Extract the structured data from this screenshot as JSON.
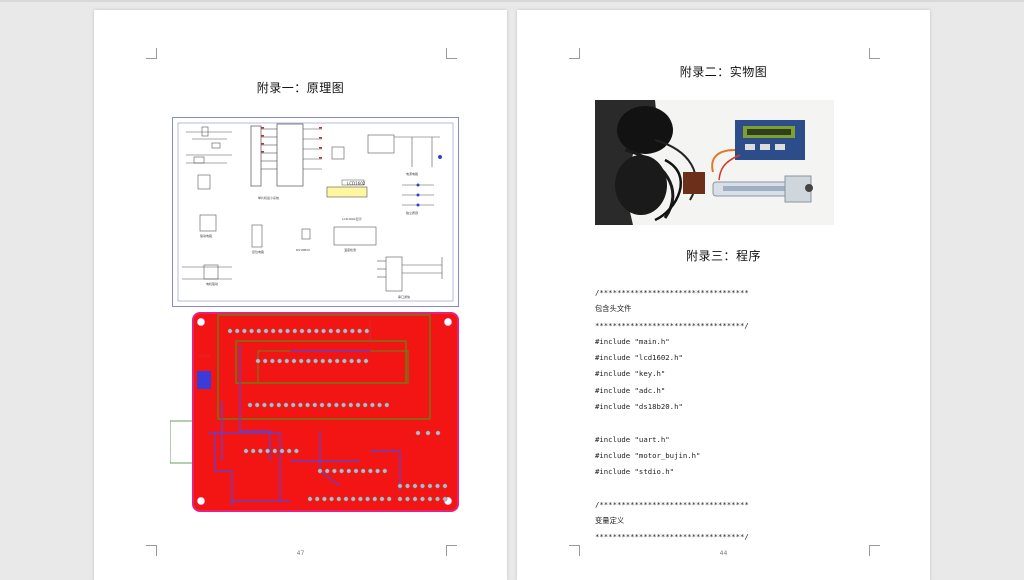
{
  "left_page": {
    "heading": "附录一：原理图",
    "page_number": "47",
    "schematic": {
      "lcd_label": "LCD1602",
      "captions": [
        "单片机最小系统",
        "电源电路",
        "LCD1602显示",
        "独立按键",
        "DS18B20",
        "驱动电路",
        "温度检测",
        "串口通信",
        "复位电路",
        "电机驱动"
      ]
    }
  },
  "right_page": {
    "heading": "附录二：实物图",
    "heading2": "附录三：程序",
    "page_number": "44",
    "code": [
      "/**********************************",
      "包含头文件",
      "**********************************/",
      "#include \"main.h\"",
      "#include \"lcd1602.h\"",
      "#include \"key.h\"",
      "#include \"adc.h\"",
      "#include \"ds18b20.h\"",
      "",
      "#include \"uart.h\"",
      "#include \"motor_bujin.h\"",
      "#include \"stdio.h\"",
      "",
      "/**********************************",
      "变量定义",
      "**********************************/"
    ]
  }
}
